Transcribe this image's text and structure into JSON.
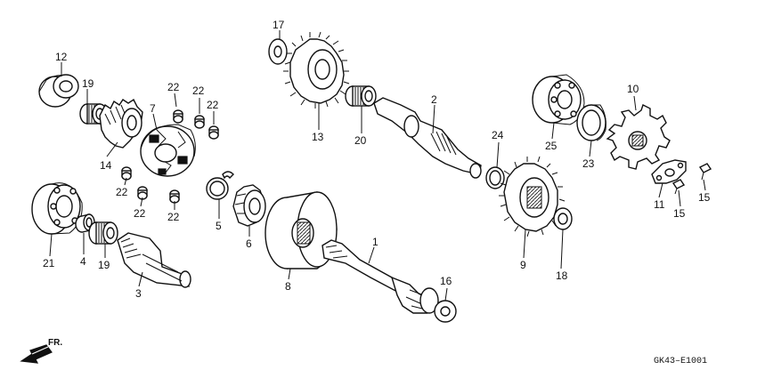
{
  "diagram": {
    "front_marker": "FR.",
    "code": "GK43–E1001",
    "callouts": [
      {
        "id": "c1",
        "text": "1"
      },
      {
        "id": "c2",
        "text": "2"
      },
      {
        "id": "c3",
        "text": "3"
      },
      {
        "id": "c4",
        "text": "4"
      },
      {
        "id": "c5",
        "text": "5"
      },
      {
        "id": "c6",
        "text": "6"
      },
      {
        "id": "c7",
        "text": "7"
      },
      {
        "id": "c8",
        "text": "8"
      },
      {
        "id": "c9",
        "text": "9"
      },
      {
        "id": "c10",
        "text": "10"
      },
      {
        "id": "c11",
        "text": "11"
      },
      {
        "id": "c12",
        "text": "12"
      },
      {
        "id": "c13",
        "text": "13"
      },
      {
        "id": "c14",
        "text": "14"
      },
      {
        "id": "c15a",
        "text": "15"
      },
      {
        "id": "c15b",
        "text": "15"
      },
      {
        "id": "c16",
        "text": "16"
      },
      {
        "id": "c17",
        "text": "17"
      },
      {
        "id": "c18",
        "text": "18"
      },
      {
        "id": "c19a",
        "text": "19"
      },
      {
        "id": "c19b",
        "text": "19"
      },
      {
        "id": "c20",
        "text": "20"
      },
      {
        "id": "c21",
        "text": "21"
      },
      {
        "id": "c22a",
        "text": "22"
      },
      {
        "id": "c22b",
        "text": "22"
      },
      {
        "id": "c22c",
        "text": "22"
      },
      {
        "id": "c22d",
        "text": "22"
      },
      {
        "id": "c22e",
        "text": "22"
      },
      {
        "id": "c22f",
        "text": "22"
      },
      {
        "id": "c23",
        "text": "23"
      },
      {
        "id": "c24",
        "text": "24"
      },
      {
        "id": "c25",
        "text": "25"
      }
    ]
  }
}
